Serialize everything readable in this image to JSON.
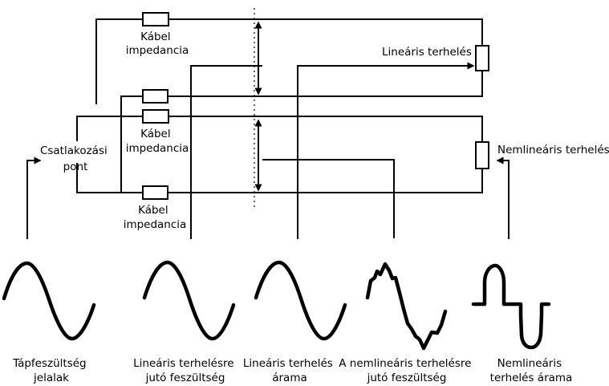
{
  "colors": {
    "line": "#000000",
    "background": "#ffffff"
  },
  "labels": {
    "cable_top": [
      "Kábel",
      "impedancia"
    ],
    "cable_mid": [
      "Kábel",
      "impedancia"
    ],
    "cable_bottom": [
      "Kábel",
      "impedancia"
    ],
    "linear_load": "Lineáris terhelés",
    "nonlinear_load": "Nemlineáris terhelés",
    "connection_point": [
      "Csatlakozási",
      "pont"
    ]
  },
  "captions": {
    "supply": [
      "Tápfeszültség",
      "jelalak"
    ],
    "linear_voltage": [
      "Lineáris terhelésre",
      "jutó feszültség"
    ],
    "linear_current": [
      "Lineáris terhelés",
      "árama"
    ],
    "nonlinear_voltage": [
      "A nemlineáris terhelésre",
      "jutó feszültség"
    ],
    "nonlinear_current": [
      "Nemlineáris",
      "terhelés árama"
    ]
  },
  "icons": [
    "resistor-icon",
    "arrow-icon",
    "sine-wave-icon",
    "distorted-wave-icon",
    "square-wave-icon"
  ]
}
